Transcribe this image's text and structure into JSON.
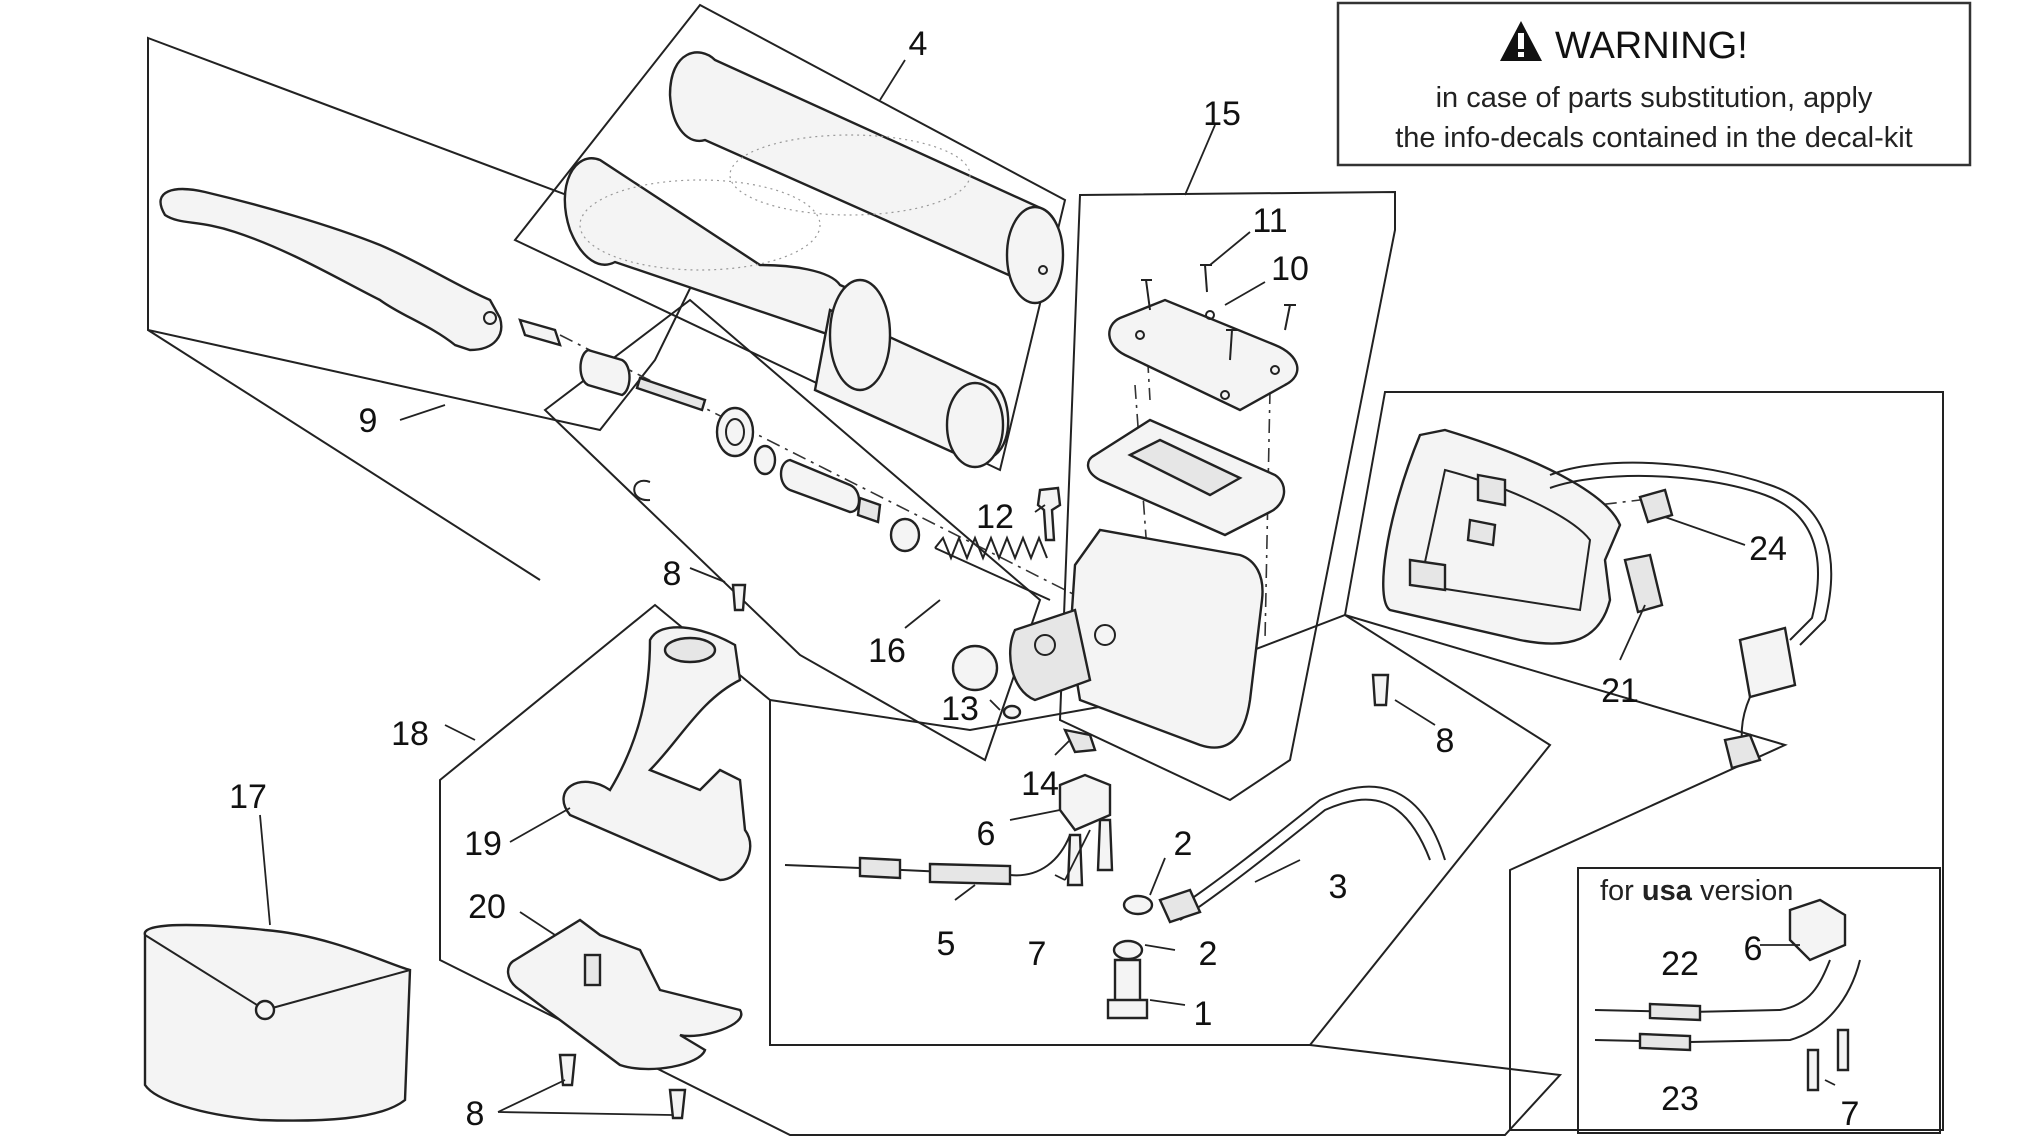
{
  "warning": {
    "title": "WARNING!",
    "line1": "in case of parts substitution, apply",
    "line2": "the info-decals contained in the decal-kit"
  },
  "usa_box": {
    "prefix": "for ",
    "bold": "usa",
    "suffix": " version"
  },
  "callouts": {
    "c1": "1",
    "c2a": "2",
    "c2b": "2",
    "c3": "3",
    "c4": "4",
    "c5": "5",
    "c6": "6",
    "c6u": "6",
    "c7": "7",
    "c7u": "7",
    "c8a": "8",
    "c8b": "8",
    "c8c": "8",
    "c9": "9",
    "c10": "10",
    "c11": "11",
    "c12": "12",
    "c13": "13",
    "c14": "14",
    "c15": "15",
    "c16": "16",
    "c17": "17",
    "c18": "18",
    "c19": "19",
    "c20": "20",
    "c21": "21",
    "c22": "22",
    "c23": "23",
    "c24": "24"
  }
}
